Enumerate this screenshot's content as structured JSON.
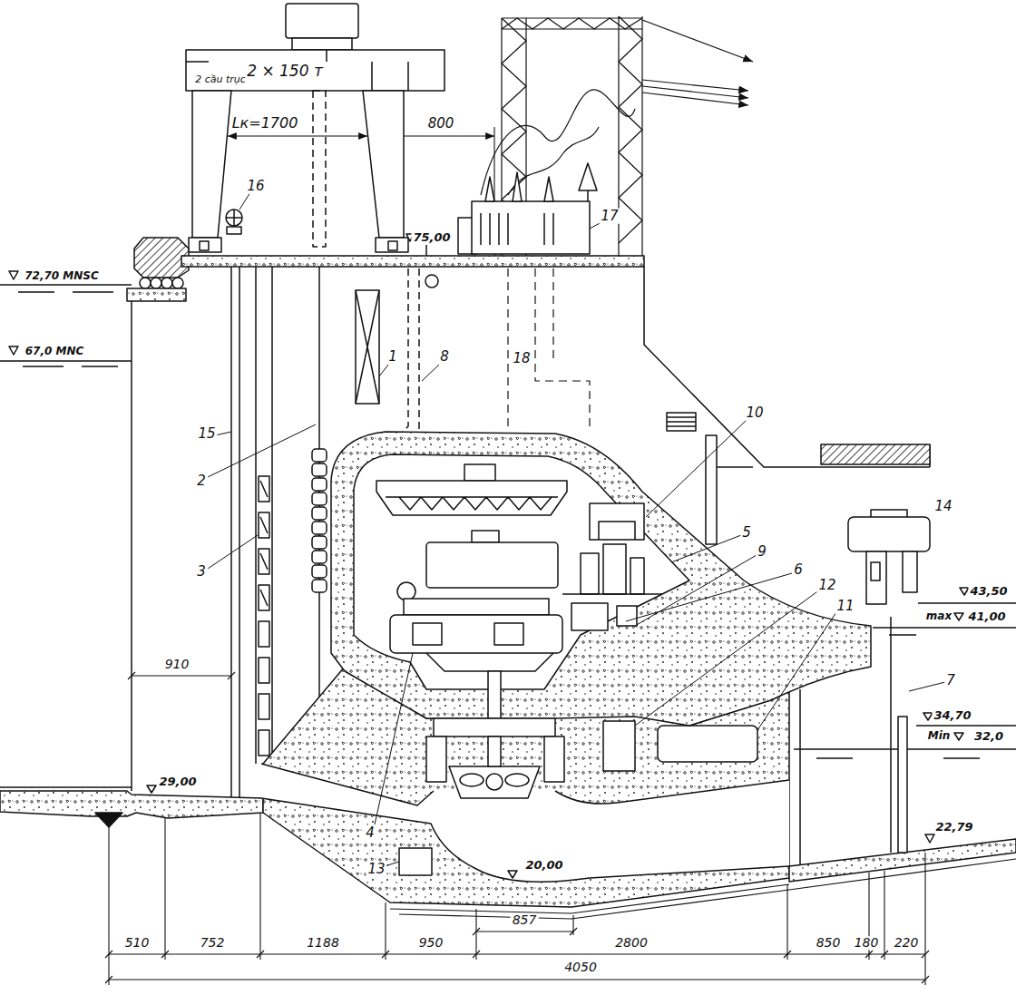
{
  "diagram": {
    "labels": [
      "2 cầu trục",
      "2 × 150 т",
      "Lк=1700",
      "800",
      "16",
      "75,00",
      "17",
      "72,70 MNSC",
      "67,0 MNC",
      "1",
      "8",
      "18",
      "15",
      "2",
      "3",
      "10",
      "5",
      "9",
      "6",
      "12",
      "11",
      "14",
      "43,50",
      "max",
      "41,00",
      "34,70",
      "Min",
      "32,0",
      "7",
      "22,79",
      "910",
      "29,00",
      "20,00",
      "4",
      "13",
      "857",
      "510",
      "752",
      "1188",
      "950",
      "2800",
      "850",
      "180",
      "220",
      "4050"
    ]
  }
}
